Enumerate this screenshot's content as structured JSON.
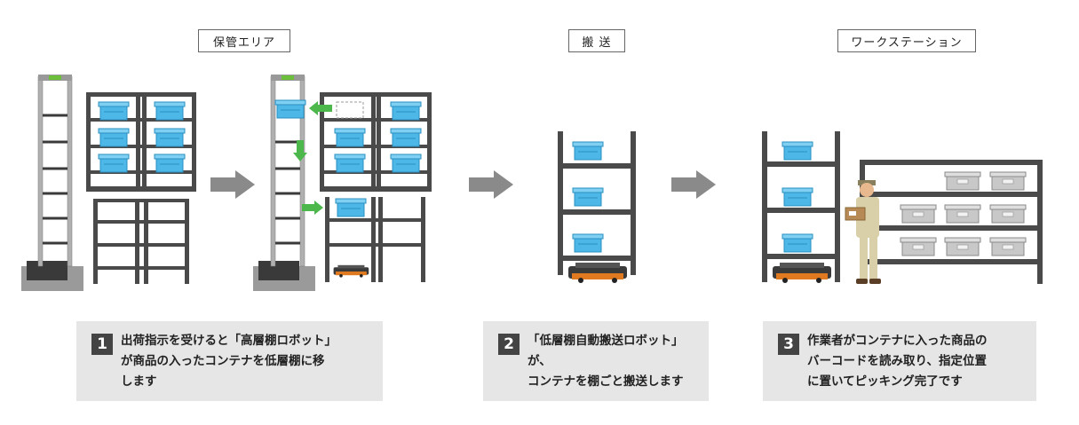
{
  "stages": [
    {
      "label": "保管エリア"
    },
    {
      "label": "搬 送"
    },
    {
      "label": "ワークステーション"
    }
  ],
  "steps": [
    {
      "number": "1",
      "text": "出荷指示を受けると「高層棚ロボット」\nが商品の入ったコンテナを低層棚に移\nします"
    },
    {
      "number": "2",
      "text": "「低層棚自動搬送ロボット」が、\nコンテナを棚ごと搬送します"
    },
    {
      "number": "3",
      "text": "作業者がコンテナに入った商品の\nバーコードを読み取り、指定位置\nに置いてピッキング完了です"
    }
  ],
  "colors": {
    "shelf": "#4a4a4a",
    "container": "#4db8e8",
    "arrow_gray": "#8a8a8a",
    "arrow_green": "#4cb84c",
    "robot_orange": "#e07a20",
    "panel": "#e6e6e6"
  }
}
